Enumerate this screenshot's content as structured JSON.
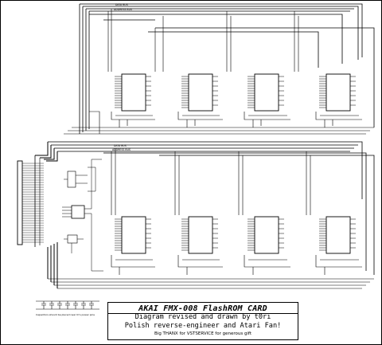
{
  "title_block": {
    "title": "AKAI FMX-008 FlashROM CARD",
    "line1": "Diagram revised and drawn by t0ri",
    "line2": "Polish reverse-engineer and Atari Fan!",
    "line3": "Big THANX for VSTSERVICE for generous gift"
  },
  "buses": {
    "data_bus": "DATA BUS",
    "address_bus": "ADDRESS BUS"
  },
  "notes": {
    "capacitors": "Capacitors should be placed near IC's power pins"
  },
  "colors": {
    "line": "#000000",
    "background": "#ffffff"
  }
}
